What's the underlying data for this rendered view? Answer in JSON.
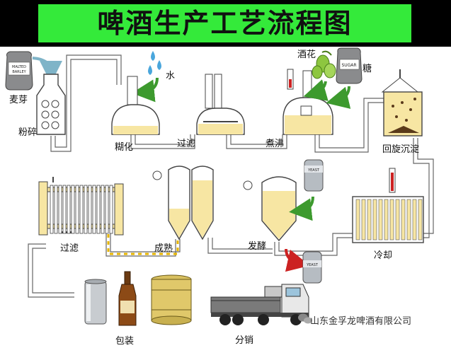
{
  "title": "啤酒生产工艺流程图",
  "labels": {
    "malt": "麦芽",
    "crush": "粉碎",
    "water": "水",
    "mash": "糊化",
    "filter1": "过滤",
    "boil": "煮沸",
    "hops": "酒花",
    "sugar": "糖",
    "whirlpool": "回旋沉淀",
    "cool": "冷却",
    "ferment": "发酵",
    "mature": "成熟",
    "filter2": "过滤",
    "package": "包装",
    "distribute": "分销"
  },
  "sack_malt_text": "MALTED BARLEY",
  "sack_sugar_text": "SUGAR",
  "yeast_text": "YEAST",
  "company": "山东金孚龙啤酒有限公司",
  "colors": {
    "banner_bg": "#000000",
    "banner_green": "#34ea3a",
    "pipe": "#555555",
    "liquid": "#f7e6a3",
    "arrow_green": "#3d9a2e",
    "arrow_red": "#cc2222"
  }
}
